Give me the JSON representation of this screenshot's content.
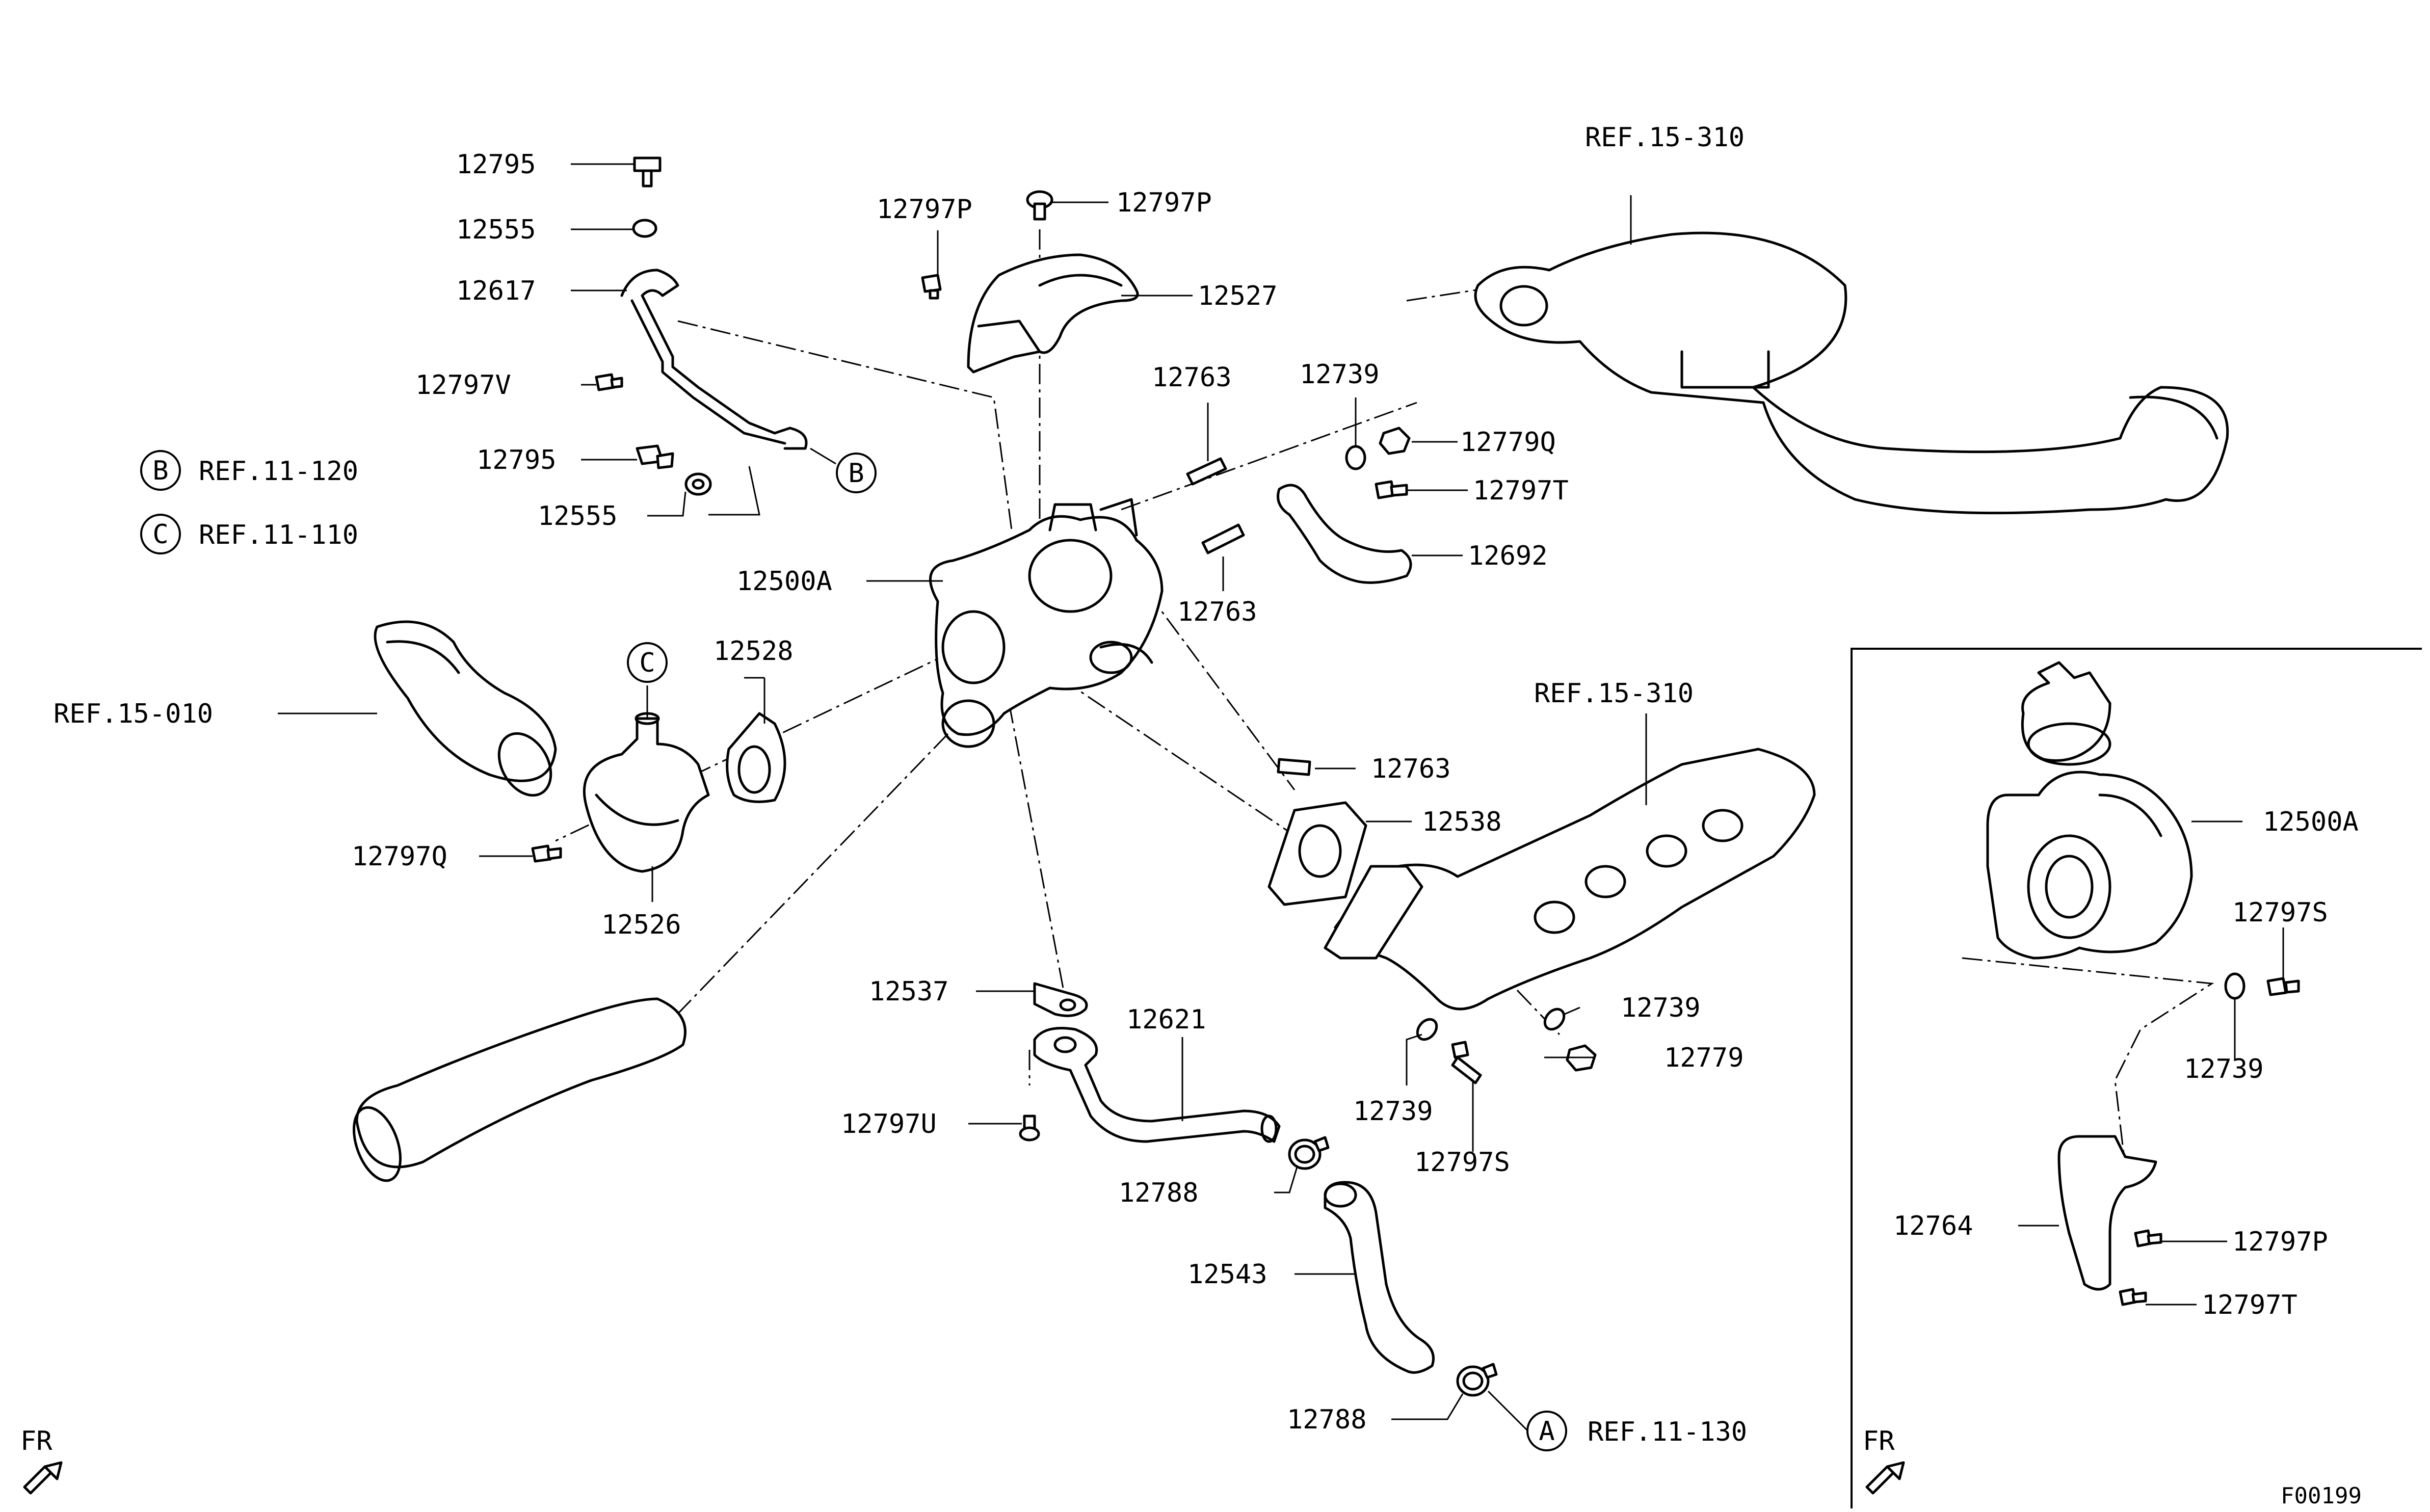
{
  "diagram_code": "F00199",
  "front_indicator": "FR",
  "part_labels": [
    {
      "id": "p12795a",
      "text": "12795"
    },
    {
      "id": "p12555a",
      "text": "12555"
    },
    {
      "id": "p12617",
      "text": "12617"
    },
    {
      "id": "p12797v",
      "text": "12797V"
    },
    {
      "id": "p12795b",
      "text": "12795"
    },
    {
      "id": "p12555b",
      "text": "12555"
    },
    {
      "id": "p12797p_a",
      "text": "12797P"
    },
    {
      "id": "p12797p_b",
      "text": "12797P"
    },
    {
      "id": "p12527",
      "text": "12527"
    },
    {
      "id": "p12763a",
      "text": "12763"
    },
    {
      "id": "p12739a",
      "text": "12739"
    },
    {
      "id": "p12779q",
      "text": "12779Q"
    },
    {
      "id": "p12797t_a",
      "text": "12797T"
    },
    {
      "id": "p12692",
      "text": "12692"
    },
    {
      "id": "p12763b",
      "text": "12763"
    },
    {
      "id": "p12500a_main",
      "text": "12500A"
    },
    {
      "id": "p12528",
      "text": "12528"
    },
    {
      "id": "p12797q",
      "text": "12797Q"
    },
    {
      "id": "p12526",
      "text": "12526"
    },
    {
      "id": "p12763c",
      "text": "12763"
    },
    {
      "id": "p12538",
      "text": "12538"
    },
    {
      "id": "p12537",
      "text": "12537"
    },
    {
      "id": "p12621",
      "text": "12621"
    },
    {
      "id": "p12797u",
      "text": "12797U"
    },
    {
      "id": "p12788a",
      "text": "12788"
    },
    {
      "id": "p12543",
      "text": "12543"
    },
    {
      "id": "p12788b",
      "text": "12788"
    },
    {
      "id": "p12739b",
      "text": "12739"
    },
    {
      "id": "p12779",
      "text": "12779"
    },
    {
      "id": "p12739c",
      "text": "12739"
    },
    {
      "id": "p12797s_a",
      "text": "12797S"
    },
    {
      "id": "p12500a_inset",
      "text": "12500A"
    },
    {
      "id": "p12797s_b",
      "text": "12797S"
    },
    {
      "id": "p12739d",
      "text": "12739"
    },
    {
      "id": "p12764",
      "text": "12764"
    },
    {
      "id": "p12797p_c",
      "text": "12797P"
    },
    {
      "id": "p12797t_b",
      "text": "12797T"
    }
  ],
  "references": [
    {
      "id": "ref_b",
      "marker": "B",
      "text": "REF.11-120"
    },
    {
      "id": "ref_c",
      "marker": "C",
      "text": "REF.11-110"
    },
    {
      "id": "ref_15310_top",
      "marker": "",
      "text": "REF.15-310"
    },
    {
      "id": "ref_15310_mid",
      "marker": "",
      "text": "REF.15-310"
    },
    {
      "id": "ref_15010",
      "marker": "",
      "text": "REF.15-010"
    },
    {
      "id": "ref_a",
      "marker": "A",
      "text": "REF.11-130"
    }
  ],
  "callout_markers": {
    "b": "B",
    "c": "C"
  }
}
